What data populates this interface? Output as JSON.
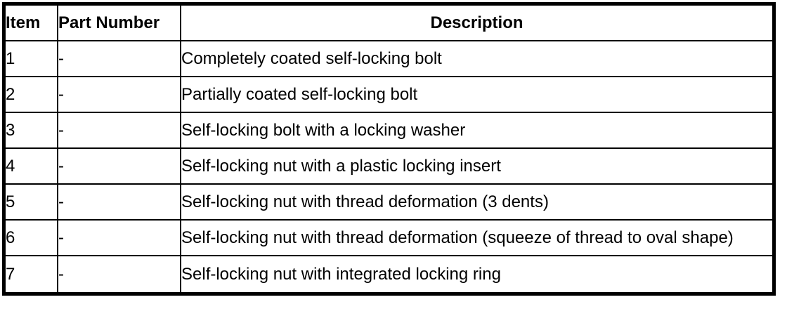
{
  "colors": {
    "border": "#000000",
    "text": "#000000",
    "background": "#ffffff"
  },
  "table": {
    "columns": [
      {
        "key": "item",
        "label": "Item"
      },
      {
        "key": "part_number",
        "label": "Part Number"
      },
      {
        "key": "description",
        "label": "Description"
      }
    ],
    "rows": [
      {
        "item": "1",
        "part_number": "-",
        "description": "Completely coated self-locking bolt"
      },
      {
        "item": "2",
        "part_number": "-",
        "description": "Partially coated self-locking bolt"
      },
      {
        "item": "3",
        "part_number": "-",
        "description": "Self-locking bolt with a locking washer"
      },
      {
        "item": "4",
        "part_number": "-",
        "description": "Self-locking nut with a plastic locking insert"
      },
      {
        "item": "5",
        "part_number": "-",
        "description": "Self-locking nut with thread deformation (3 dents)"
      },
      {
        "item": "6",
        "part_number": "-",
        "description": "Self-locking nut with thread deformation (squeeze of thread to oval shape)"
      },
      {
        "item": "7",
        "part_number": "-",
        "description": "Self-locking nut with integrated locking ring"
      }
    ]
  }
}
